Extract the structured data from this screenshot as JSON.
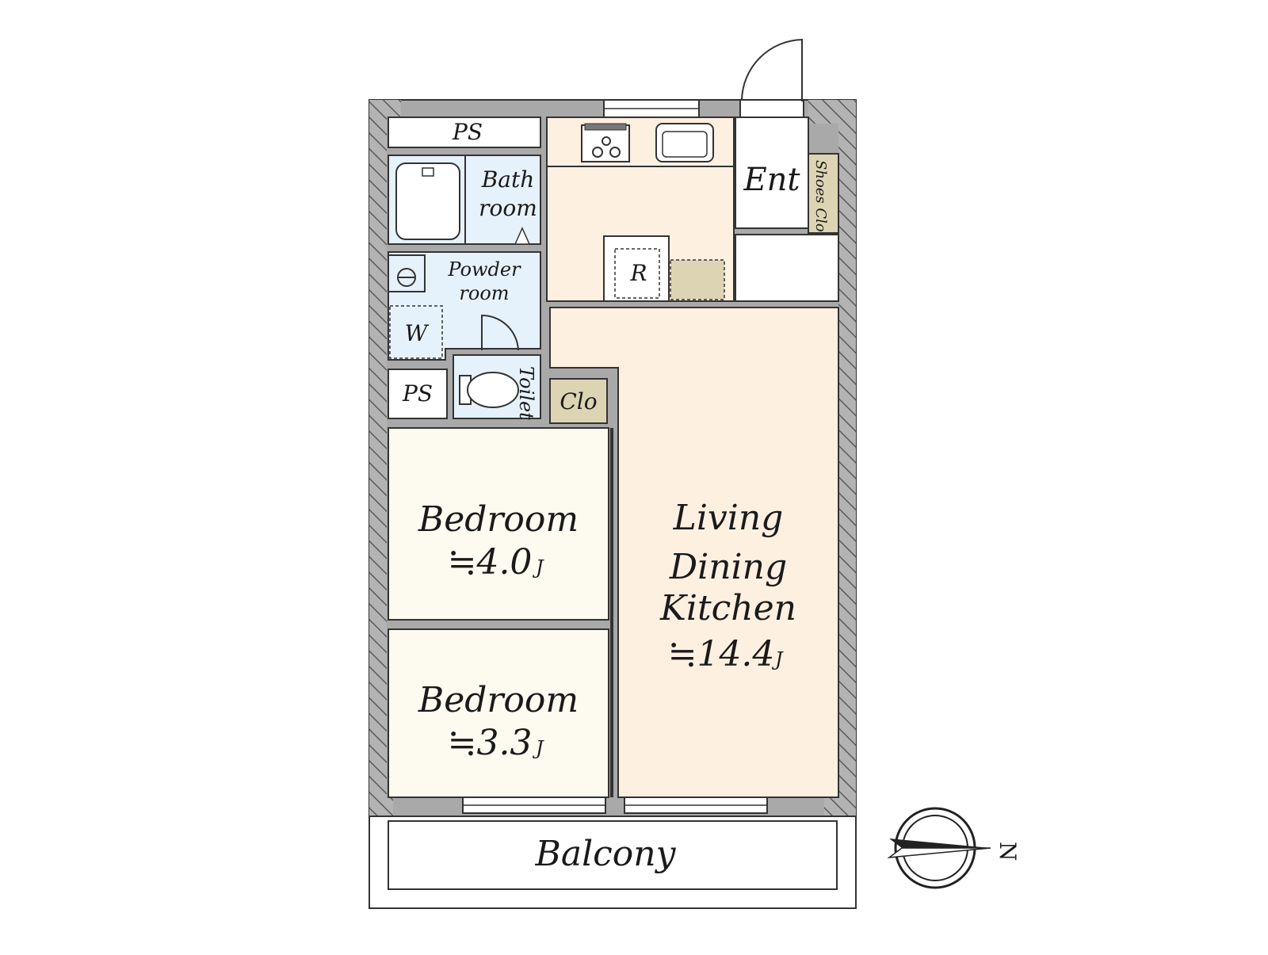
{
  "rooms": {
    "ps_top": "PS",
    "bath": [
      "Bath",
      "room"
    ],
    "powder": [
      "Powder",
      "room"
    ],
    "washer": "W",
    "ps_left": "PS",
    "toilet": "Toilet",
    "closet": "Clo",
    "refrigerator": "R",
    "entrance": "Ent",
    "shoes_closet": "Shoes Clo",
    "bedroom_1": {
      "name": "Bedroom",
      "area": "≒4.0",
      "unit": "J"
    },
    "bedroom_2": {
      "name": "Bedroom",
      "area": "≒3.3",
      "unit": "J"
    },
    "ldk": {
      "name": [
        "Living",
        "Dining",
        "Kitchen"
      ],
      "area": "≒14.4",
      "unit": "J"
    },
    "balcony": "Balcony"
  },
  "compass": {
    "label": "N",
    "icon": "compass-icon"
  },
  "colors": {
    "ldk_fill": "#fdf0e1",
    "bedroom_fill": "#fdfbf0",
    "wet_fill": "#e6f2fb",
    "closet_fill": "#ddd4b4",
    "wall": "#a9a9a9"
  }
}
